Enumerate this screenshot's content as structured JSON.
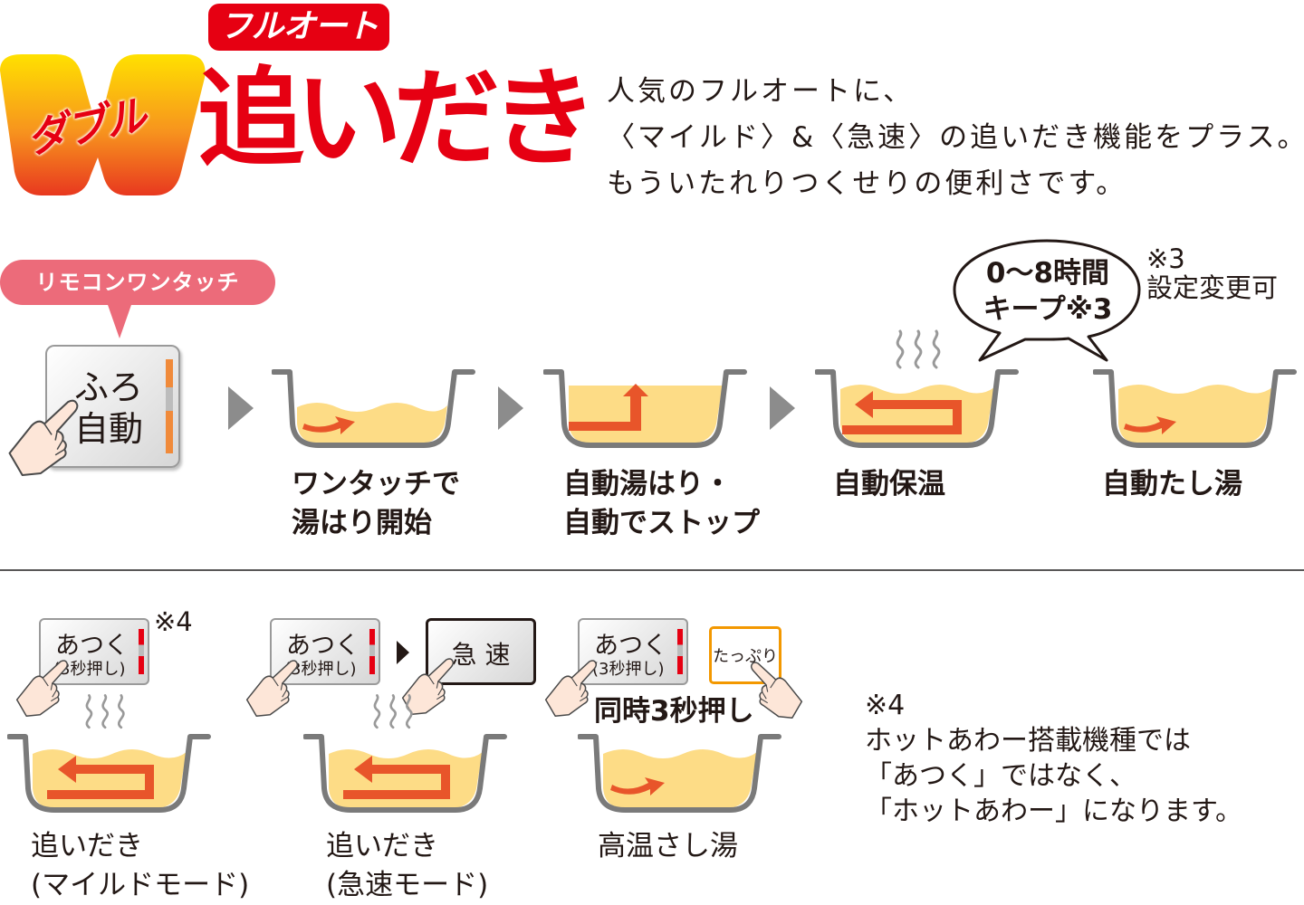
{
  "logo": {
    "badge_text": "フルオート",
    "prefix_text": "ダブル",
    "main_text": "追いだき",
    "badge_color": "#e60012",
    "main_color": "#e60012"
  },
  "description": {
    "lines": [
      "人気のフルオートに、",
      "〈マイルド〉&〈急速〉の追いだき機能をプラス。",
      "もういたれりつくせりの便利さです。"
    ]
  },
  "flow": {
    "remote_label": "リモコンワンタッチ",
    "remote_button_lines": [
      "ふろ",
      "自動"
    ],
    "steps": [
      {
        "caption_lines": [
          "ワンタッチで",
          "湯はり開始"
        ]
      },
      {
        "caption_lines": [
          "自動湯はり・",
          "自動でストップ"
        ]
      },
      {
        "caption_lines": [
          "自動保温"
        ]
      },
      {
        "caption_lines": [
          "自動たし湯"
        ]
      }
    ],
    "bubble_lines": [
      "0〜8時間",
      "キープ※3"
    ],
    "note_lines": [
      "※3",
      "設定変更可"
    ]
  },
  "reheat": {
    "atsuku_main": "あつく",
    "atsuku_sub": "(3秒押し)",
    "kyusoku_label": "急 速",
    "tappuri_label": "たっぷり",
    "simultaneous_label": "同時3秒押し",
    "mark_4": "※4",
    "modes": [
      {
        "caption_lines": [
          "追いだき",
          "(マイルドモード)"
        ]
      },
      {
        "caption_lines": [
          "追いだき",
          "(急速モード)"
        ]
      },
      {
        "caption_lines": [
          "高温さし湯"
        ]
      }
    ],
    "note_lines": [
      "※4",
      "ホットあわー搭載機種では",
      "「あつく」ではなく、",
      "「ホットあわー」になります。"
    ]
  },
  "colors": {
    "water": "#fddc86",
    "arrow": "#e8552a",
    "tub_outline": "#7a7a7a",
    "pill": "#ec6b7a",
    "tappuri_border": "#f39800",
    "skin": "#fde6d8"
  }
}
